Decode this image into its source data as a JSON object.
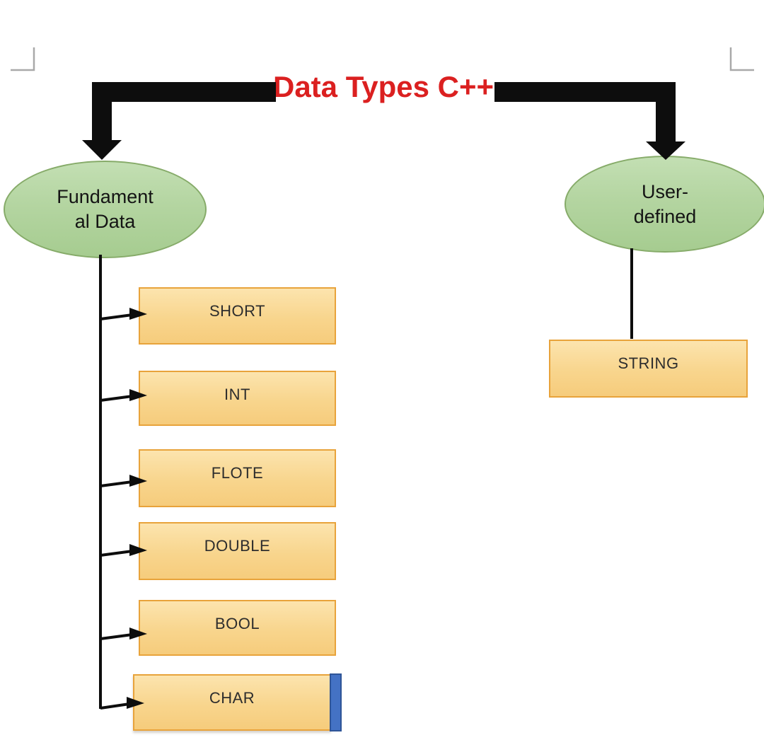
{
  "title": {
    "text": "Data Types C++",
    "color": "#db2020"
  },
  "diagram": {
    "root_label": "Data Types C++",
    "branches": [
      {
        "id": "fundamental-data",
        "label": "Fundamental Data",
        "label_lines": [
          "Fundament",
          "al Data"
        ],
        "children": [
          "SHORT",
          "INT",
          "FLOTE",
          "DOUBLE",
          "BOOL",
          "CHAR"
        ]
      },
      {
        "id": "user-defined",
        "label": "User-defined",
        "label_lines": [
          "User-",
          "defined"
        ],
        "children": [
          "STRING"
        ]
      }
    ]
  },
  "colors": {
    "title_red": "#db2020",
    "box_fill_top": "#fce4ae",
    "box_fill_bottom": "#f6cc7c",
    "box_border": "#e8a33b",
    "ellipse_fill_top": "#c3dfb3",
    "ellipse_fill_bottom": "#a6cc90",
    "ellipse_border": "#86ab69",
    "connector_black": "#0d0d0d",
    "selection_blue": "#4472c4",
    "selection_blue_border": "#2f5597",
    "corner_mark_gray": "#a9a9a9"
  }
}
